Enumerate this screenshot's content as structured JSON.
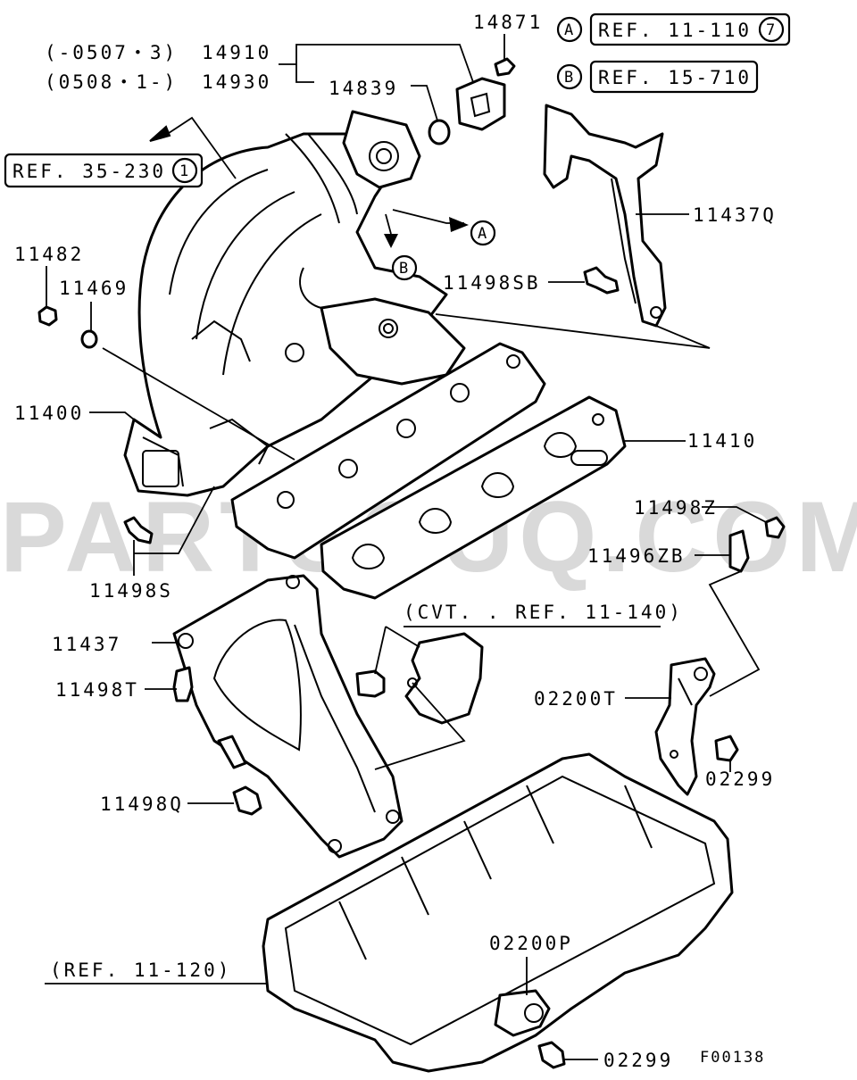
{
  "watermark": "PARTSOUQ.COM",
  "drawing_code": "F00138",
  "refs": {
    "a_box": "REF. 11-110",
    "a_box_num": "7",
    "b_box": "REF. 15-710",
    "ref_35": "REF. 35-230",
    "ref_35_num": "1",
    "cvt": "(CVT. . REF. 11-140)",
    "ref_11_120": "(REF. 11-120)",
    "marker_a": "A",
    "marker_b": "B"
  },
  "parts": {
    "p14871": "14871",
    "p14910_note": "(-0507・3)",
    "p14910": "14910",
    "p14930_note": "(0508・1-)",
    "p14930": "14930",
    "p14839": "14839",
    "p11437q": "11437Q",
    "p11482": "11482",
    "p11469": "11469",
    "p11498sb": "11498SB",
    "p11400": "11400",
    "p11410": "11410",
    "p11498z": "11498Z",
    "p11496zb": "11496ZB",
    "p11498s": "11498S",
    "p11437": "11437",
    "p11498t": "11498T",
    "p02200t": "02200T",
    "p02299a": "02299",
    "p11498q": "11498Q",
    "p02200p": "02200P",
    "p02299b": "02299"
  }
}
